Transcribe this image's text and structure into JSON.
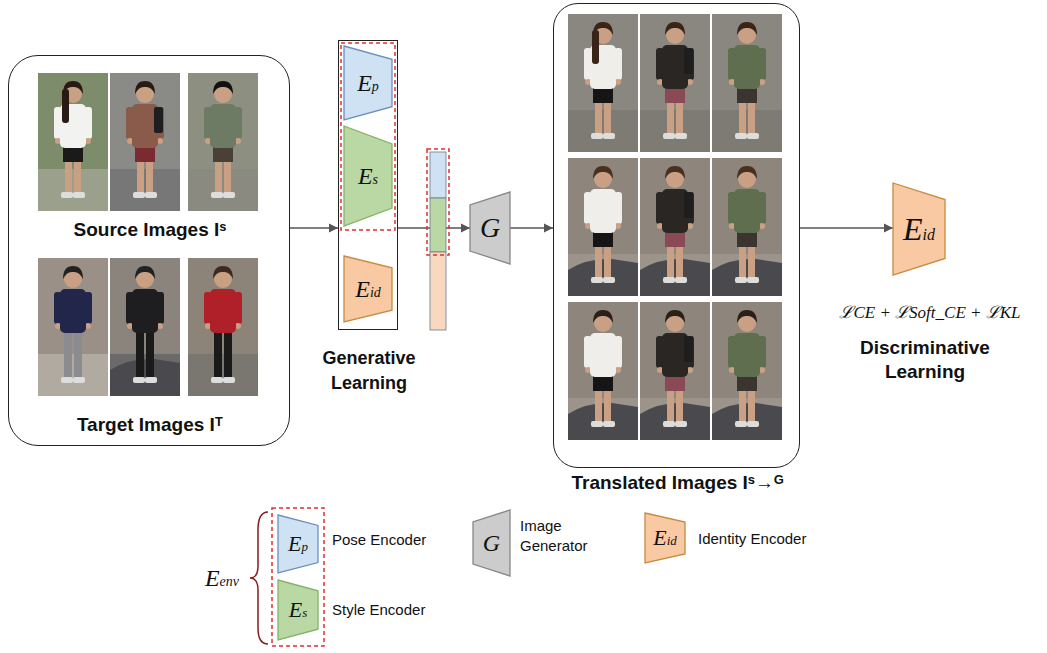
{
  "diagram": {
    "nodes": [
      {
        "text": [
          "Source Images Iˢ",
          "Target Images Iᵀ"
        ]
      },
      {
        "text": [
          "Generative Learning"
        ]
      },
      {
        "text": [
          "Ep"
        ],
        "in": 1
      },
      {
        "text": [
          "Es"
        ],
        "in": 1
      },
      {
        "text": [
          "Eid"
        ],
        "in": 1
      },
      {
        "text": [
          "G"
        ]
      },
      {
        "text": [
          "Translated Images Iˢ→ᴳ"
        ]
      },
      {
        "text": [
          "Eid"
        ]
      }
    ],
    "edges": [
      {
        "from": 0,
        "to": 1,
        "arrow": "to"
      },
      {
        "from": 1,
        "to": 5,
        "arrow": "to"
      },
      {
        "from": 5,
        "to": 6,
        "arrow": "to"
      },
      {
        "from": 6,
        "to": 7,
        "arrow": "to"
      }
    ],
    "labels": [
      "ℒCE + ℒSoft_CE + ℒKL",
      "Discriminative Learning",
      "Eenv",
      "Ep",
      "Es",
      "G",
      "Eid"
    ],
    "legend": [
      {
        "text": "Pose Encoder",
        "color": "#cfe2f3"
      },
      {
        "text": "Style Encoder",
        "color": "#b9d8a4"
      },
      {
        "text": "Image Generator",
        "color": "#cccccc"
      },
      {
        "text": "Identity Encoder",
        "color": "#f8c9a2"
      }
    ]
  }
}
